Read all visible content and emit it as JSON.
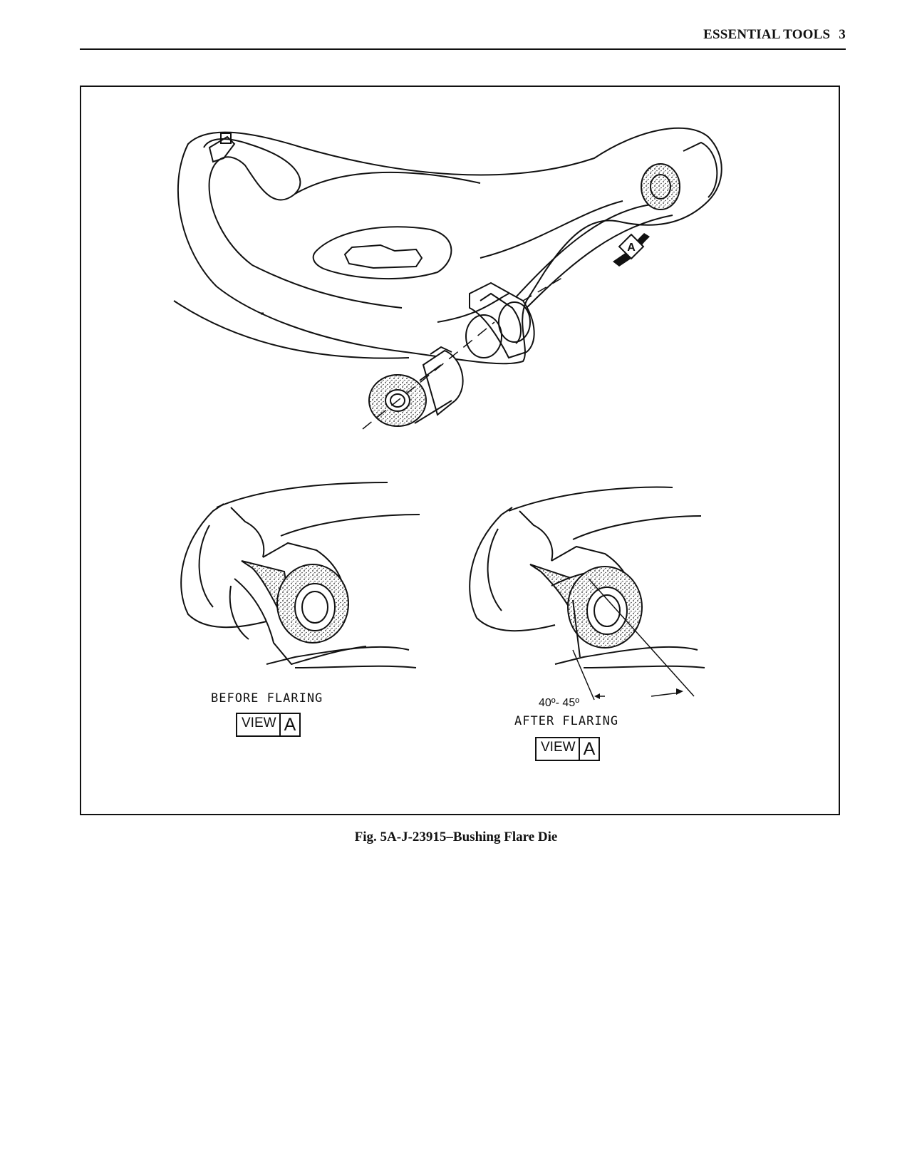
{
  "header": {
    "title": "ESSENTIAL TOOLS",
    "page_number": "3"
  },
  "figure": {
    "before_label": "BEFORE FLARING",
    "after_label": "AFTER FLARING",
    "view_word": "VIEW",
    "view_letter": "A",
    "arrow_letter": "A",
    "angle_text": "40º- 45º",
    "caption": "Fig. 5A-J-23915–Bushing Flare Die"
  }
}
